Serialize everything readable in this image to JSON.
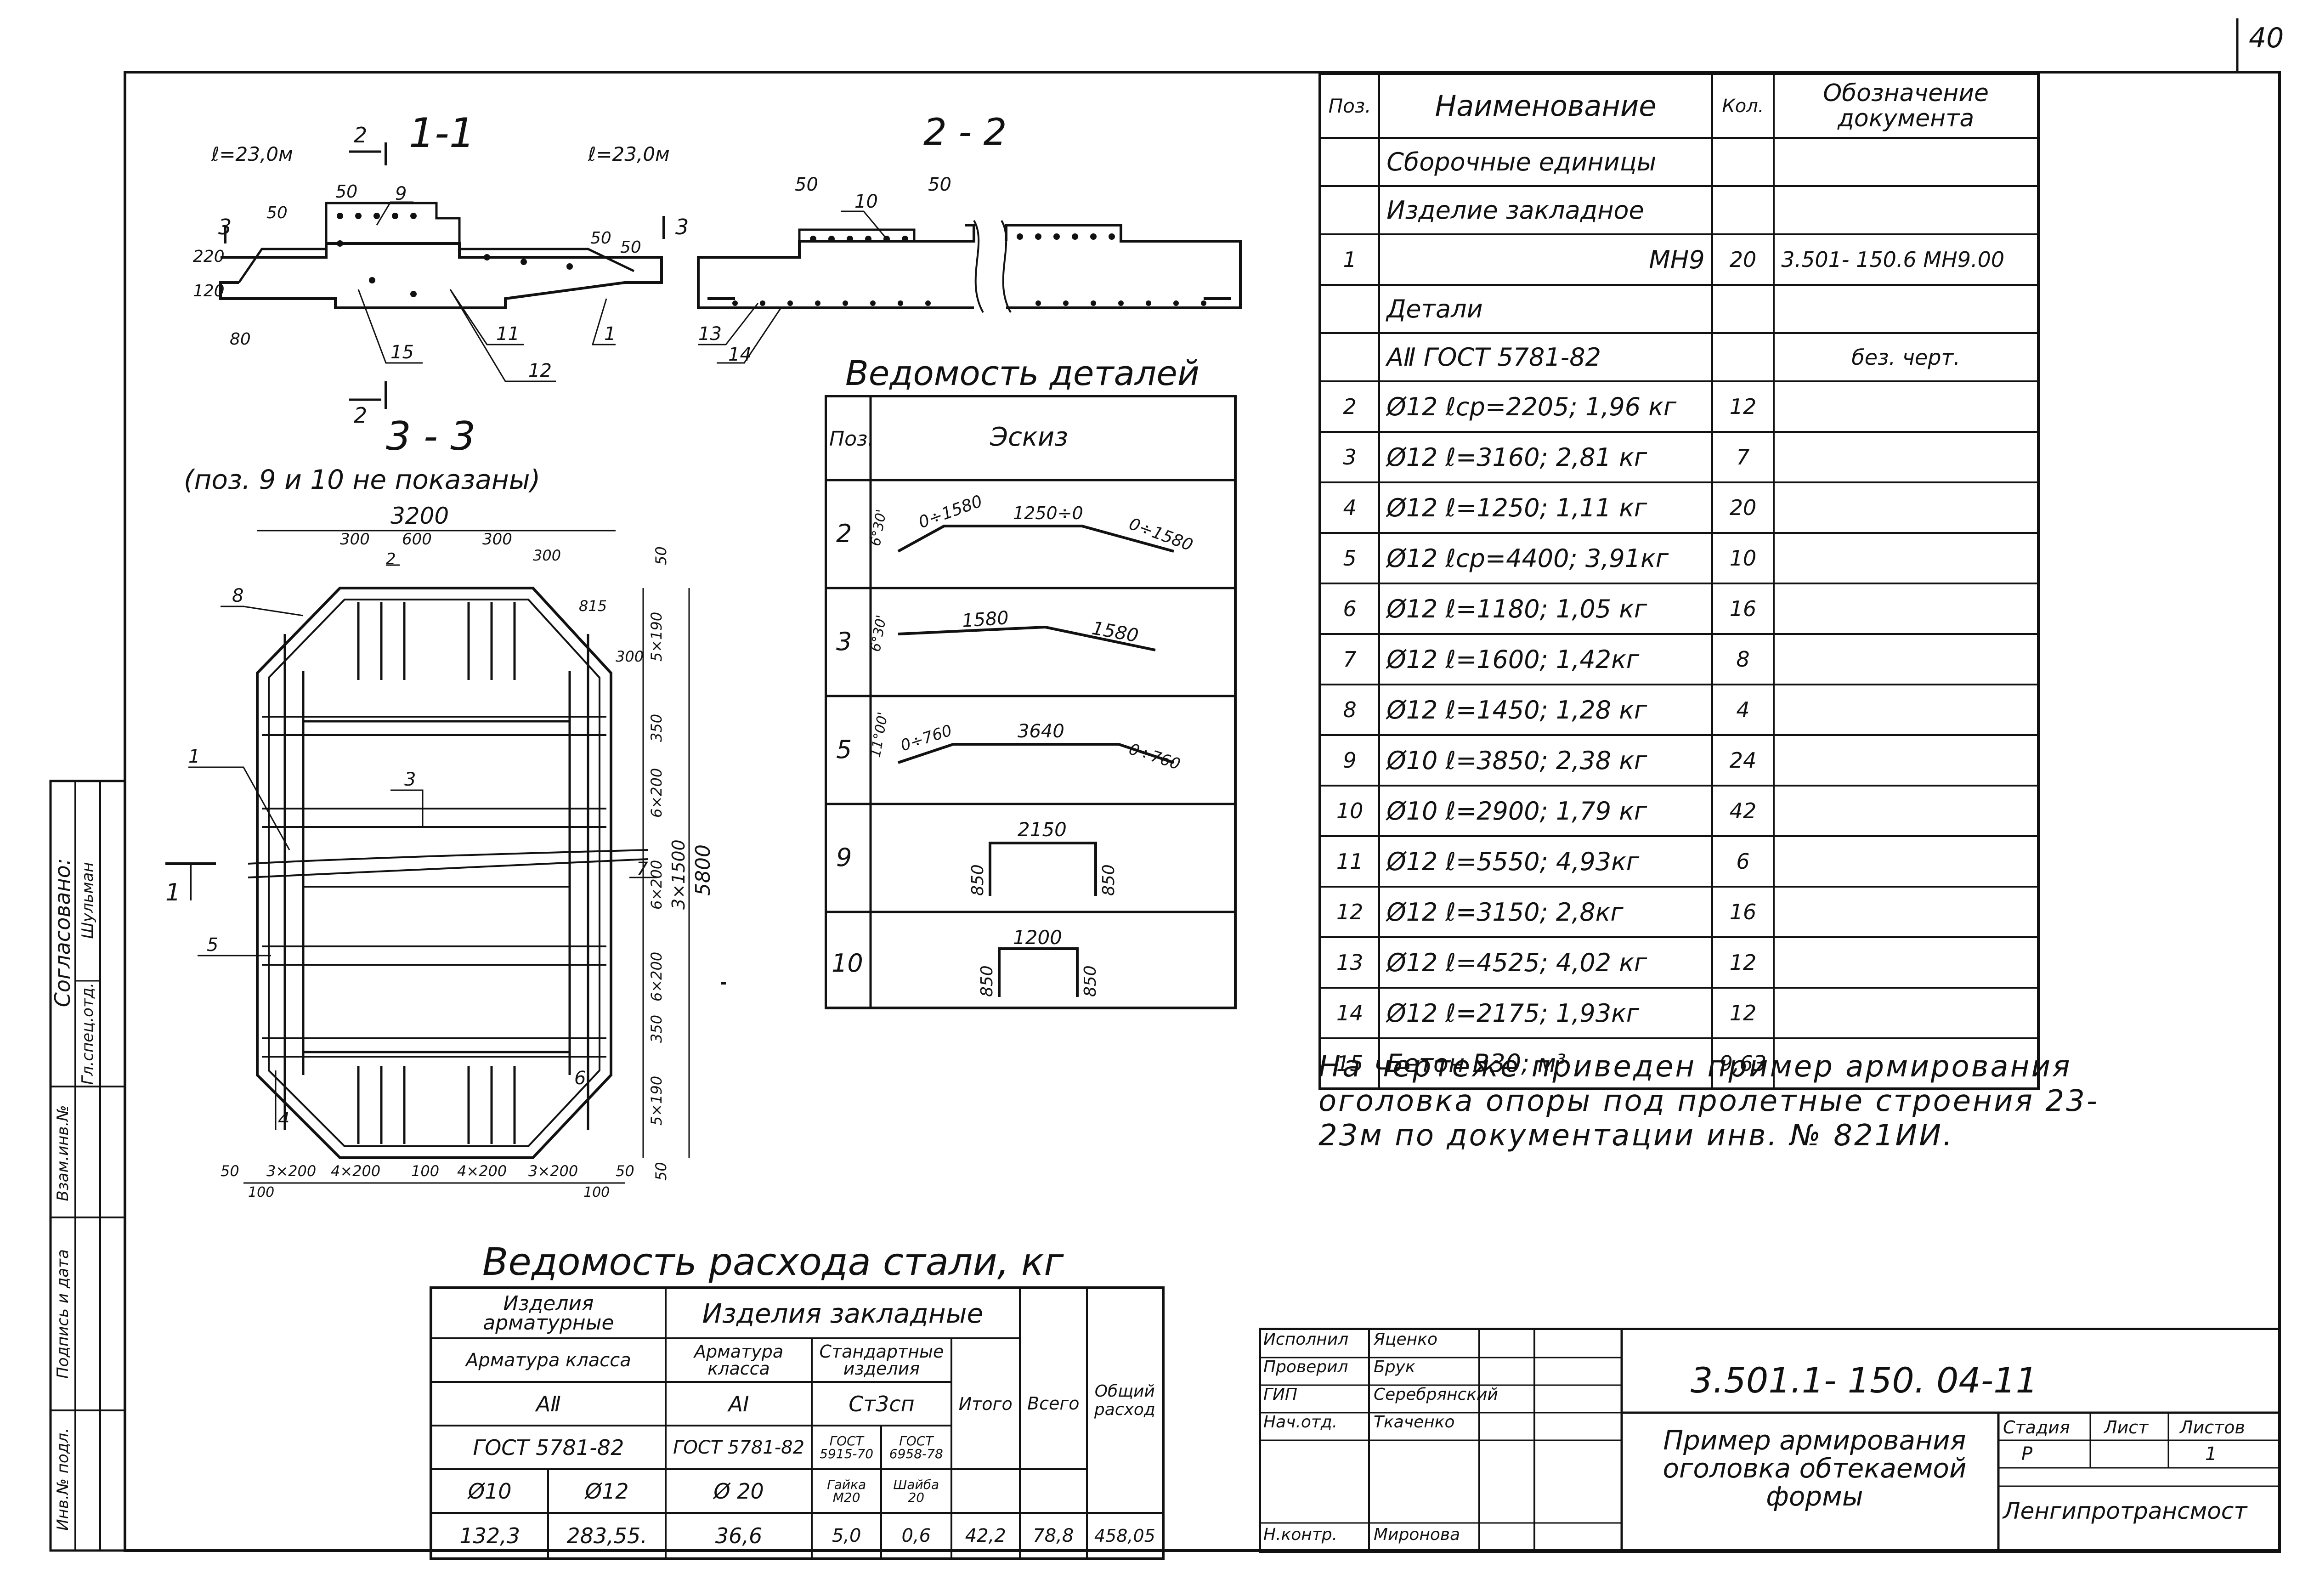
{
  "sheet": {
    "number": "40"
  },
  "section_1_1": {
    "title": "1-1",
    "span_left": "ℓ=23,0м",
    "span_right": "ℓ=23,0м",
    "dims": [
      "50",
      "50",
      "50",
      "50",
      "120",
      "220",
      "80"
    ],
    "cut_marks": [
      "2",
      "2",
      "3",
      "3"
    ],
    "positions": [
      "9",
      "15",
      "11",
      "12",
      "1"
    ]
  },
  "section_2_2": {
    "title": "2 - 2",
    "dims": [
      "50",
      "50"
    ],
    "positions": [
      "10",
      "13",
      "14"
    ]
  },
  "section_3_3": {
    "title": "3 - 3",
    "subtitle": "(поз. 9 и 10 не показаны)",
    "top_dims": [
      "3200",
      "300",
      "600",
      "300",
      "300",
      "815",
      "300"
    ],
    "right_dims": [
      "50",
      "5×190",
      "350",
      "6×200",
      "6×200",
      "6×200",
      "350",
      "5×190",
      "50",
      "3×1500",
      "5800"
    ],
    "bottom_dims": [
      "50",
      "3×200",
      "4×200",
      "100",
      "4×200",
      "3×200",
      "50",
      "100",
      "100"
    ],
    "positions": [
      "8",
      "2",
      "1",
      "3",
      "7",
      "5",
      "4",
      "6"
    ],
    "cut_marks": [
      "1",
      "1"
    ]
  },
  "details": {
    "title": "Ведомость деталей",
    "headers": [
      "Поз.",
      "Эскиз"
    ],
    "rows": [
      {
        "pos": "2",
        "labels": [
          "0÷1580",
          "1250÷0",
          "0÷1580",
          "6°30'"
        ]
      },
      {
        "pos": "3",
        "labels": [
          "1580",
          "1580",
          "6°30'"
        ]
      },
      {
        "pos": "5",
        "labels": [
          "0÷760",
          "3640",
          "0÷760",
          "11°00'"
        ]
      },
      {
        "pos": "9",
        "labels": [
          "2150",
          "850",
          "850"
        ]
      },
      {
        "pos": "10",
        "labels": [
          "1200",
          "850",
          "850"
        ]
      }
    ]
  },
  "spec": {
    "headers": [
      "Поз.",
      "Наименование",
      "Кол.",
      "Обозначение документа"
    ],
    "rows": [
      {
        "pos": "",
        "name": "Сборочные единицы",
        "qty": "",
        "doc": ""
      },
      {
        "pos": "",
        "name": "Изделие закладное",
        "qty": "",
        "doc": ""
      },
      {
        "pos": "1",
        "name": "МН9",
        "qty": "20",
        "doc": "3.501- 150.6 МН9.00"
      },
      {
        "pos": "",
        "name": "Детали",
        "qty": "",
        "doc": ""
      },
      {
        "pos": "",
        "name": "АⅡ ГОСТ 5781-82",
        "qty": "",
        "doc": "без. черт."
      },
      {
        "pos": "2",
        "name": "Ø12  ℓср=2205; 1,96 кг",
        "qty": "12",
        "doc": ""
      },
      {
        "pos": "3",
        "name": "Ø12  ℓ=3160; 2,81 кг",
        "qty": "7",
        "doc": ""
      },
      {
        "pos": "4",
        "name": "Ø12  ℓ=1250; 1,11 кг",
        "qty": "20",
        "doc": ""
      },
      {
        "pos": "5",
        "name": "Ø12  ℓср=4400; 3,91кг",
        "qty": "10",
        "doc": ""
      },
      {
        "pos": "6",
        "name": "Ø12  ℓ=1180; 1,05 кг",
        "qty": "16",
        "doc": ""
      },
      {
        "pos": "7",
        "name": "Ø12  ℓ=1600; 1,42кг",
        "qty": "8",
        "doc": ""
      },
      {
        "pos": "8",
        "name": "Ø12  ℓ=1450; 1,28 кг",
        "qty": "4",
        "doc": ""
      },
      {
        "pos": "9",
        "name": "Ø10  ℓ=3850; 2,38 кг",
        "qty": "24",
        "doc": ""
      },
      {
        "pos": "10",
        "name": "Ø10  ℓ=2900; 1,79 кг",
        "qty": "42",
        "doc": ""
      },
      {
        "pos": "11",
        "name": "Ø12  ℓ=5550; 4,93кг",
        "qty": "6",
        "doc": ""
      },
      {
        "pos": "12",
        "name": "Ø12  ℓ=3150;  2,8кг",
        "qty": "16",
        "doc": ""
      },
      {
        "pos": "13",
        "name": "Ø12  ℓ=4525; 4,02 кг",
        "qty": "12",
        "doc": ""
      },
      {
        "pos": "14",
        "name": "Ø12  ℓ=2175;  1,93кг",
        "qty": "12",
        "doc": ""
      },
      {
        "pos": "15",
        "name": "Бетон В30;  м³",
        "qty": "9,63",
        "doc": ""
      }
    ]
  },
  "note": "На чертеже приведен пример армирования оголовка опоры под пролетные строения 23-23м по документации инв. № 821ИИ.",
  "steel": {
    "title": "Ведомость расхода стали, кг",
    "h_arm": "Изделия арматурные",
    "h_emb": "Изделия закладные",
    "h_arm_class": "Арматура класса",
    "h_emb_class": "Арматура класса",
    "h_std": "Стандартные изделия",
    "h_class_a2": "АⅡ",
    "h_class_a1": "АⅠ",
    "h_st3": "Ст3сп",
    "h_gost1": "ГОСТ 5781-82",
    "h_gost2": "ГОСТ 5781-82",
    "h_gost3": "ГОСТ 5915-70",
    "h_gost4": "ГОСТ 6958-78",
    "h_itogo": "Итого",
    "h_vsego": "Всего",
    "h_total": "Общий расход",
    "h_d10": "Ø10",
    "h_d12": "Ø12",
    "h_d20": "Ø 20",
    "h_nut": "Гайка М20",
    "h_washer": "Шайба 20",
    "v_d10": "132,3",
    "v_d12": "283,55.",
    "v_d20": "36,6",
    "v_nut": "5,0",
    "v_washer": "0,6",
    "v_itogo": "42,2",
    "v_vsego": "78,8",
    "v_total": "458,05"
  },
  "title_block": {
    "roles": [
      {
        "role": "Исполнил",
        "name": "Яценко"
      },
      {
        "role": "Проверил",
        "name": "Брук"
      },
      {
        "role": "ГИП",
        "name": "Серебрянский"
      },
      {
        "role": "Нач.отд.",
        "name": "Ткаченко"
      },
      {
        "role": "",
        "name": ""
      },
      {
        "role": "Н.контр.",
        "name": "Миронова"
      }
    ],
    "code": "3.501.1- 150. 04-11",
    "title": "Пример армирования оголовка обтекаемой формы",
    "stage_h": "Стадия",
    "sheet_h": "Лист",
    "sheets_h": "Листов",
    "stage": "Р",
    "sheet": "",
    "sheets": "1",
    "org": "Ленгипротрансмост"
  },
  "side_stamp": {
    "agreed": "Согласовано:",
    "dept": "Гл.спец.отд.",
    "person": "Шульман",
    "cells": [
      "Взам.инв.№",
      "Подпись и дата",
      "Инв.№ подл."
    ]
  }
}
